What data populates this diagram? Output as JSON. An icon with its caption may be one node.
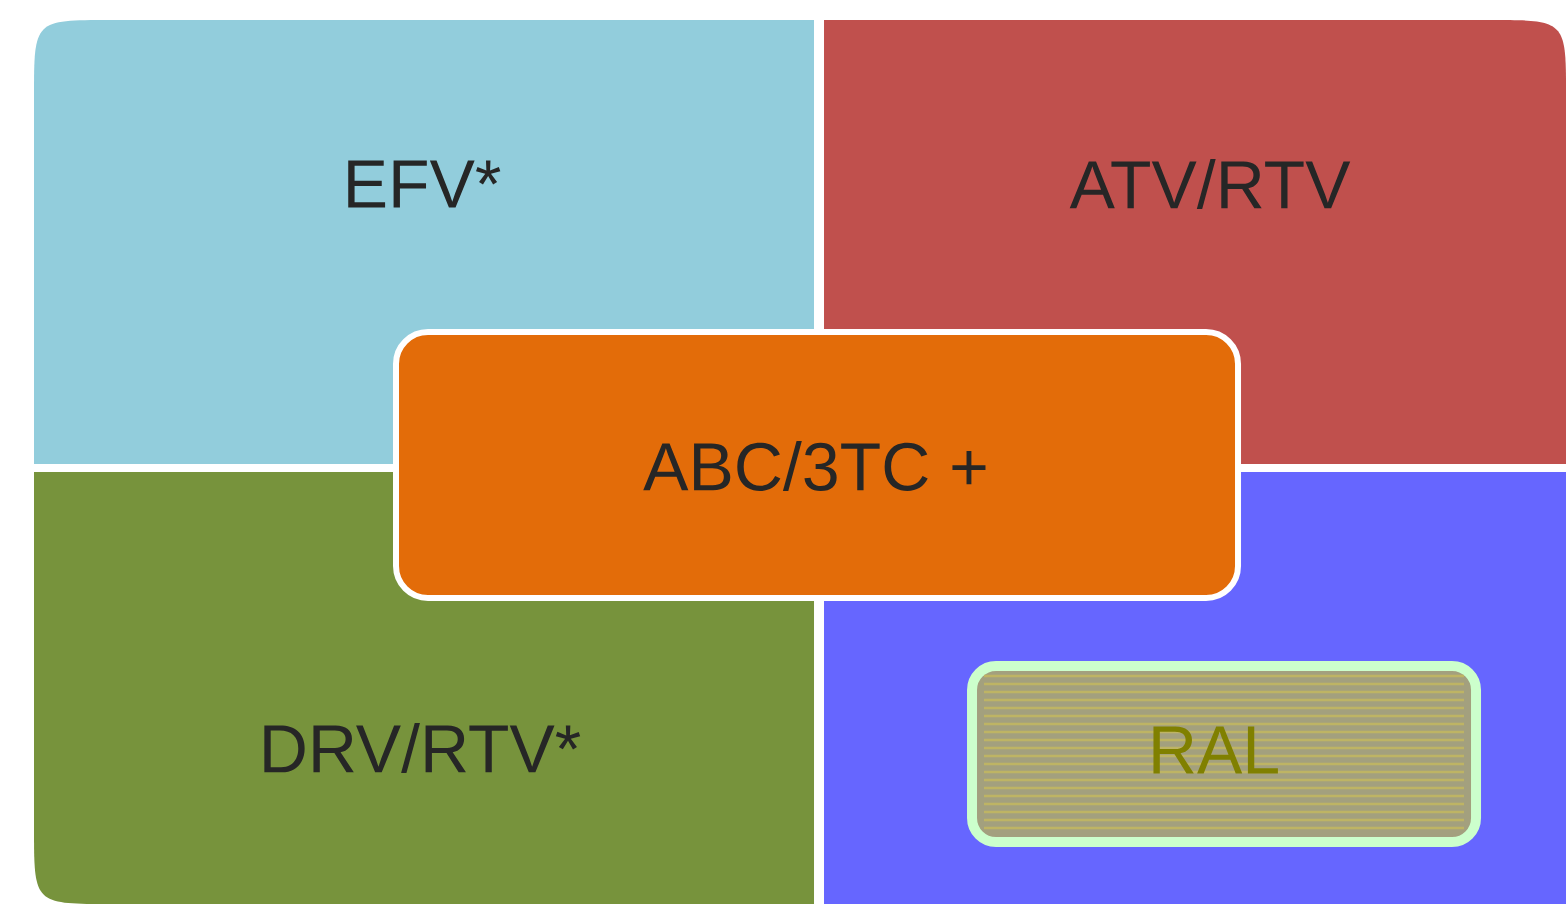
{
  "diagram": {
    "nodes": [
      {
        "text": [
          "EFV*"
        ]
      },
      {
        "text": [
          "ATV/RTV"
        ]
      },
      {
        "text": [
          "ABC/3TC +"
        ]
      },
      {
        "text": [
          "DRV/RTV*"
        ]
      },
      {
        "text": [],
        "shape": "box"
      },
      {
        "text": [
          "RAL"
        ],
        "in": 4
      }
    ]
  }
}
